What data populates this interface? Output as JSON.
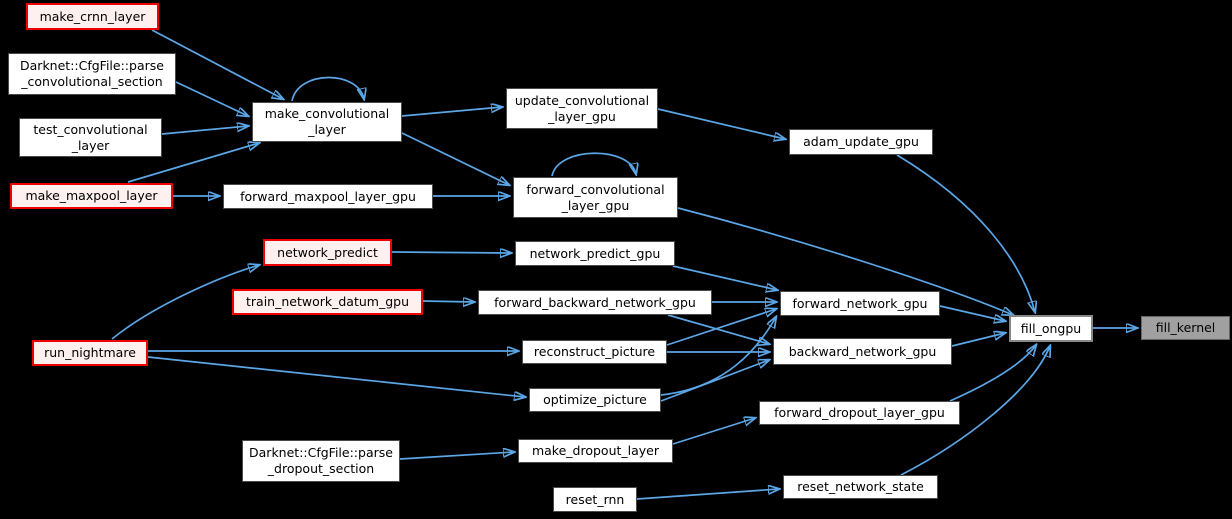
{
  "diagram": {
    "type": "call-graph",
    "target_function": "fill_kernel",
    "colors": {
      "background": "#000000",
      "edge": "#5ba6e6",
      "node_fill": "#ffffff",
      "node_border": "#4a4a4a",
      "highlight_border": "#ee0000",
      "highlight_fill": "#fff0f0",
      "target_fill": "#a0a0a0",
      "text": "#000000"
    },
    "nodes": [
      {
        "id": "make_crnn_layer",
        "label": "make_crnn_layer",
        "kind": "highlight"
      },
      {
        "id": "parse_convolutional_section",
        "label": "Darknet::CfgFile::parse\n_convolutional_section",
        "kind": "normal"
      },
      {
        "id": "test_convolutional_layer",
        "label": "test_convolutional\n_layer",
        "kind": "normal"
      },
      {
        "id": "make_maxpool_layer",
        "label": "make_maxpool_layer",
        "kind": "highlight"
      },
      {
        "id": "run_nightmare",
        "label": "run_nightmare",
        "kind": "highlight"
      },
      {
        "id": "train_network_datum_gpu",
        "label": "train_network_datum_gpu",
        "kind": "highlight"
      },
      {
        "id": "make_convolutional_layer",
        "label": "make_convolutional\n_layer",
        "kind": "normal"
      },
      {
        "id": "forward_maxpool_layer_gpu",
        "label": "forward_maxpool_layer_gpu",
        "kind": "normal"
      },
      {
        "id": "network_predict",
        "label": "network_predict",
        "kind": "highlight"
      },
      {
        "id": "reconstruct_picture",
        "label": "reconstruct_picture",
        "kind": "normal"
      },
      {
        "id": "optimize_picture",
        "label": "optimize_picture",
        "kind": "normal"
      },
      {
        "id": "parse_dropout_section",
        "label": "Darknet::CfgFile::parse\n_dropout_section",
        "kind": "normal"
      },
      {
        "id": "make_dropout_layer",
        "label": "make_dropout_layer",
        "kind": "normal"
      },
      {
        "id": "reset_rnn",
        "label": "reset_rnn",
        "kind": "normal"
      },
      {
        "id": "update_convolutional_layer_gpu",
        "label": "update_convolutional\n_layer_gpu",
        "kind": "normal"
      },
      {
        "id": "forward_convolutional_layer_gpu",
        "label": "forward_convolutional\n_layer_gpu",
        "kind": "normal"
      },
      {
        "id": "network_predict_gpu",
        "label": "network_predict_gpu",
        "kind": "normal"
      },
      {
        "id": "forward_backward_network_gpu",
        "label": "forward_backward_network_gpu",
        "kind": "normal"
      },
      {
        "id": "adam_update_gpu",
        "label": "adam_update_gpu",
        "kind": "normal"
      },
      {
        "id": "forward_network_gpu",
        "label": "forward_network_gpu",
        "kind": "normal"
      },
      {
        "id": "backward_network_gpu",
        "label": "backward_network_gpu",
        "kind": "normal"
      },
      {
        "id": "forward_dropout_layer_gpu",
        "label": "forward_dropout_layer_gpu",
        "kind": "normal"
      },
      {
        "id": "reset_network_state",
        "label": "reset_network_state",
        "kind": "normal"
      },
      {
        "id": "fill_ongpu",
        "label": "fill_ongpu",
        "kind": "emphasized"
      },
      {
        "id": "fill_kernel",
        "label": "fill_kernel",
        "kind": "target"
      }
    ],
    "edges": [
      {
        "from": "make_crnn_layer",
        "to": "make_convolutional_layer"
      },
      {
        "from": "parse_convolutional_section",
        "to": "make_convolutional_layer"
      },
      {
        "from": "test_convolutional_layer",
        "to": "make_convolutional_layer"
      },
      {
        "from": "make_maxpool_layer",
        "to": "make_convolutional_layer"
      },
      {
        "from": "make_convolutional_layer",
        "to": "make_convolutional_layer"
      },
      {
        "from": "make_convolutional_layer",
        "to": "update_convolutional_layer_gpu"
      },
      {
        "from": "make_convolutional_layer",
        "to": "forward_convolutional_layer_gpu"
      },
      {
        "from": "update_convolutional_layer_gpu",
        "to": "adam_update_gpu"
      },
      {
        "from": "adam_update_gpu",
        "to": "fill_ongpu"
      },
      {
        "from": "make_maxpool_layer",
        "to": "forward_maxpool_layer_gpu"
      },
      {
        "from": "forward_maxpool_layer_gpu",
        "to": "forward_convolutional_layer_gpu"
      },
      {
        "from": "forward_convolutional_layer_gpu",
        "to": "forward_convolutional_layer_gpu"
      },
      {
        "from": "forward_convolutional_layer_gpu",
        "to": "fill_ongpu"
      },
      {
        "from": "network_predict",
        "to": "network_predict_gpu"
      },
      {
        "from": "network_predict_gpu",
        "to": "forward_network_gpu"
      },
      {
        "from": "train_network_datum_gpu",
        "to": "forward_backward_network_gpu"
      },
      {
        "from": "forward_backward_network_gpu",
        "to": "forward_network_gpu"
      },
      {
        "from": "forward_backward_network_gpu",
        "to": "backward_network_gpu"
      },
      {
        "from": "run_nightmare",
        "to": "network_predict"
      },
      {
        "from": "run_nightmare",
        "to": "reconstruct_picture"
      },
      {
        "from": "run_nightmare",
        "to": "optimize_picture"
      },
      {
        "from": "reconstruct_picture",
        "to": "forward_network_gpu"
      },
      {
        "from": "reconstruct_picture",
        "to": "backward_network_gpu"
      },
      {
        "from": "optimize_picture",
        "to": "forward_network_gpu"
      },
      {
        "from": "optimize_picture",
        "to": "backward_network_gpu"
      },
      {
        "from": "forward_network_gpu",
        "to": "fill_ongpu"
      },
      {
        "from": "backward_network_gpu",
        "to": "fill_ongpu"
      },
      {
        "from": "parse_dropout_section",
        "to": "make_dropout_layer"
      },
      {
        "from": "make_dropout_layer",
        "to": "forward_dropout_layer_gpu"
      },
      {
        "from": "forward_dropout_layer_gpu",
        "to": "fill_ongpu"
      },
      {
        "from": "reset_rnn",
        "to": "reset_network_state"
      },
      {
        "from": "reset_network_state",
        "to": "fill_ongpu"
      },
      {
        "from": "fill_ongpu",
        "to": "fill_kernel"
      }
    ]
  }
}
